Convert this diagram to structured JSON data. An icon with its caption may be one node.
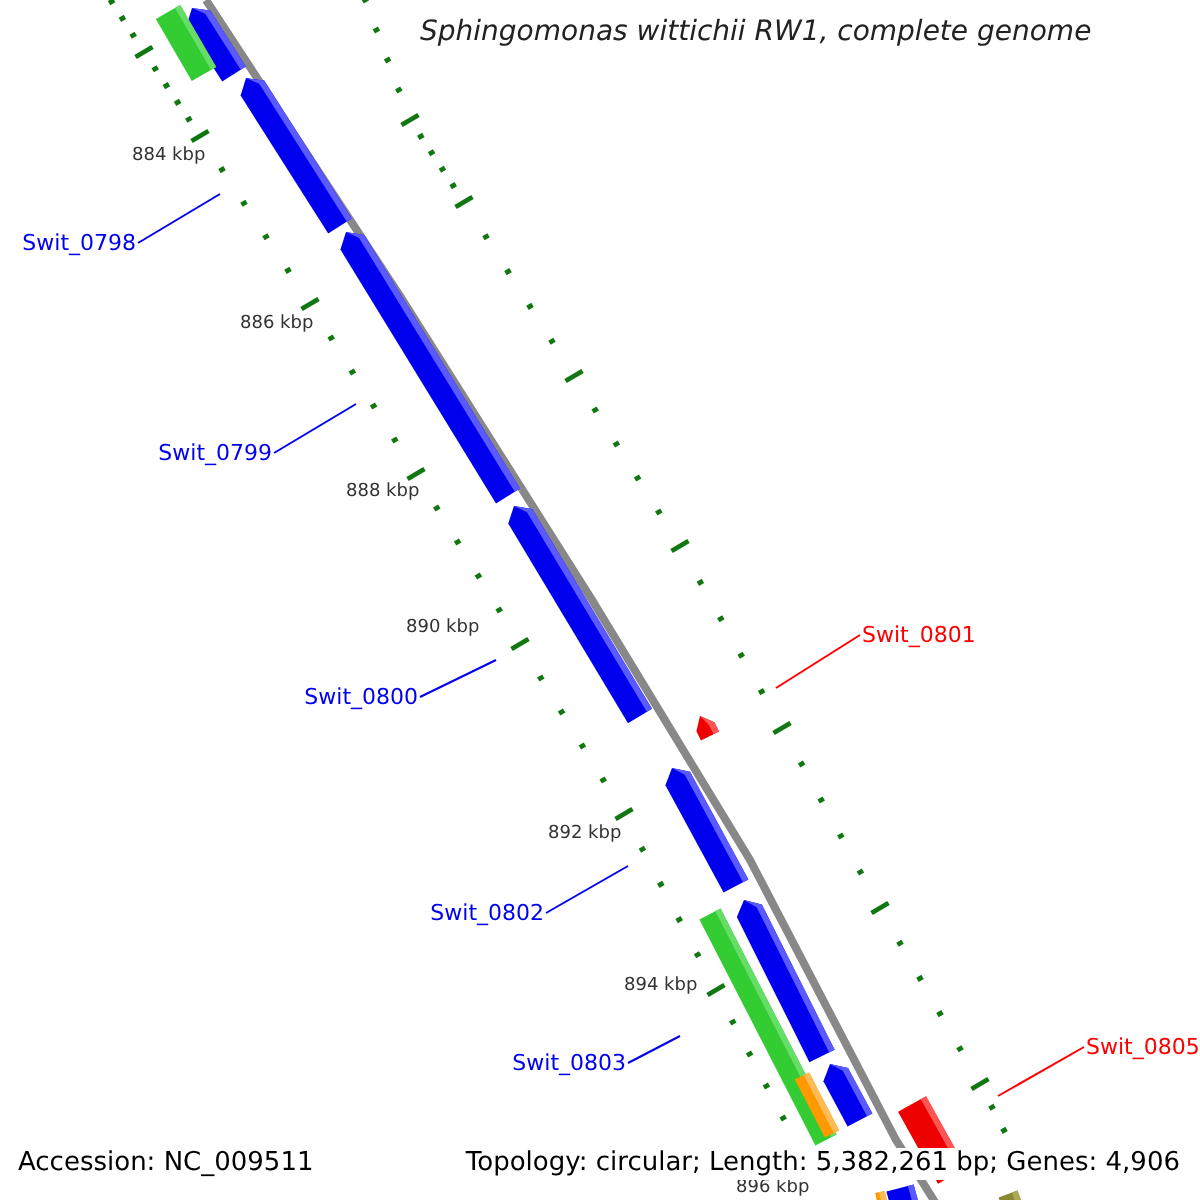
{
  "diagram": {
    "title": "Sphingomonas wittichii RW1, complete genome",
    "nodes": [
      {
        "text": [
          "Swit_0798"
        ]
      },
      {
        "text": [
          "Swit_0799"
        ]
      },
      {
        "text": [
          "Swit_0800"
        ]
      },
      {
        "text": [
          "Swit_0801"
        ]
      },
      {
        "text": [
          "Swit_0802"
        ]
      },
      {
        "text": [
          "Swit_0803"
        ]
      },
      {
        "text": [
          "Swit_0805"
        ]
      }
    ],
    "edges": [
      {
        "from": 0,
        "to": null,
        "arrow": "none"
      },
      {
        "from": 1,
        "to": null,
        "arrow": "none"
      },
      {
        "from": 2,
        "to": null,
        "arrow": "none"
      },
      {
        "from": 3,
        "to": null,
        "arrow": "none",
        "color": "#ff0000"
      },
      {
        "from": 4,
        "to": null,
        "arrow": "none"
      },
      {
        "from": 5,
        "to": null,
        "arrow": "none"
      },
      {
        "from": 6,
        "to": null,
        "arrow": "none",
        "color": "#ff0000"
      }
    ],
    "labels": [
      "884 kbp",
      "886 kbp",
      "888 kbp",
      "890 kbp",
      "892 kbp",
      "894 kbp",
      "896 kbp",
      "Accession: NC_009511",
      "Topology: circular; Length: 5,382,261 bp; Genes: 4,906"
    ]
  }
}
